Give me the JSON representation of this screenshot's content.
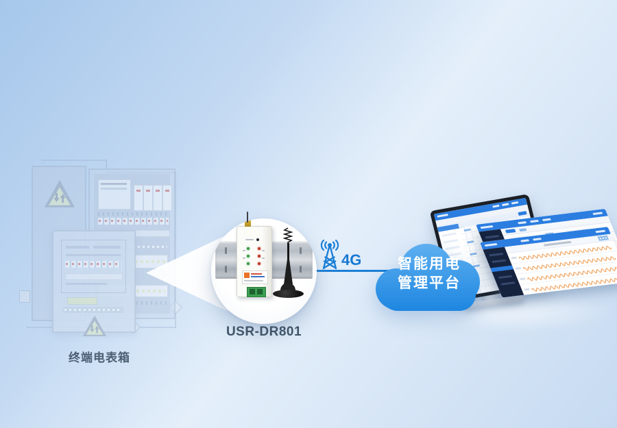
{
  "scene": {
    "description_domain": "iot-application-diagram"
  },
  "meter_box": {
    "label": "终端电表箱"
  },
  "device": {
    "caption": "USR-DR801"
  },
  "link": {
    "network_label": "4G"
  },
  "cloud": {
    "line1": "智能用电",
    "line2": "管理平台"
  },
  "colors": {
    "accent_blue": "#1b7fd6",
    "cloud_top": "#5fb0f0",
    "cloud_bottom": "#1a84e0",
    "wave_orange": "#f0a25c",
    "screen_header_blue": "#2b7de0",
    "sidebar_dark_navy": "#16233f",
    "background_blue": "#aecdee",
    "caption_text": "#3f5468",
    "led_green": "#3a9e4a",
    "led_red": "#c0392b"
  }
}
